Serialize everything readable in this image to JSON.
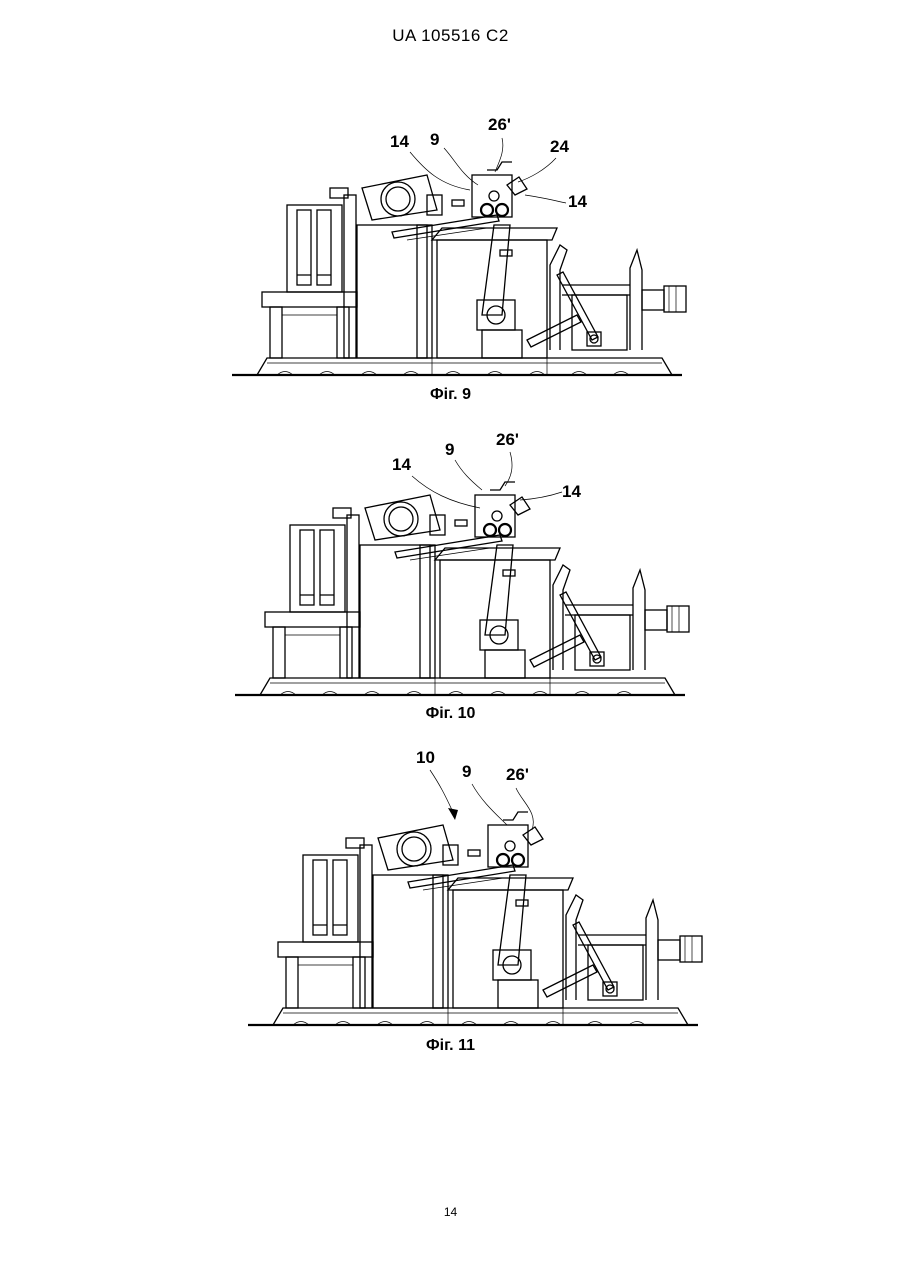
{
  "header": {
    "text": "UA   105516   C2"
  },
  "figures": [
    {
      "caption": "Фіг. 9",
      "labels": {
        "a": "14",
        "b": "9",
        "c": "26'",
        "d": "24",
        "e": "14"
      }
    },
    {
      "caption": "Фіг. 10",
      "labels": {
        "a": "14",
        "b": "9",
        "c": "26'",
        "d": "14"
      }
    },
    {
      "caption": "Фіг. 11",
      "labels": {
        "a": "10",
        "b": "9",
        "c": "26'"
      }
    }
  ],
  "footer": {
    "page_number": "14"
  }
}
